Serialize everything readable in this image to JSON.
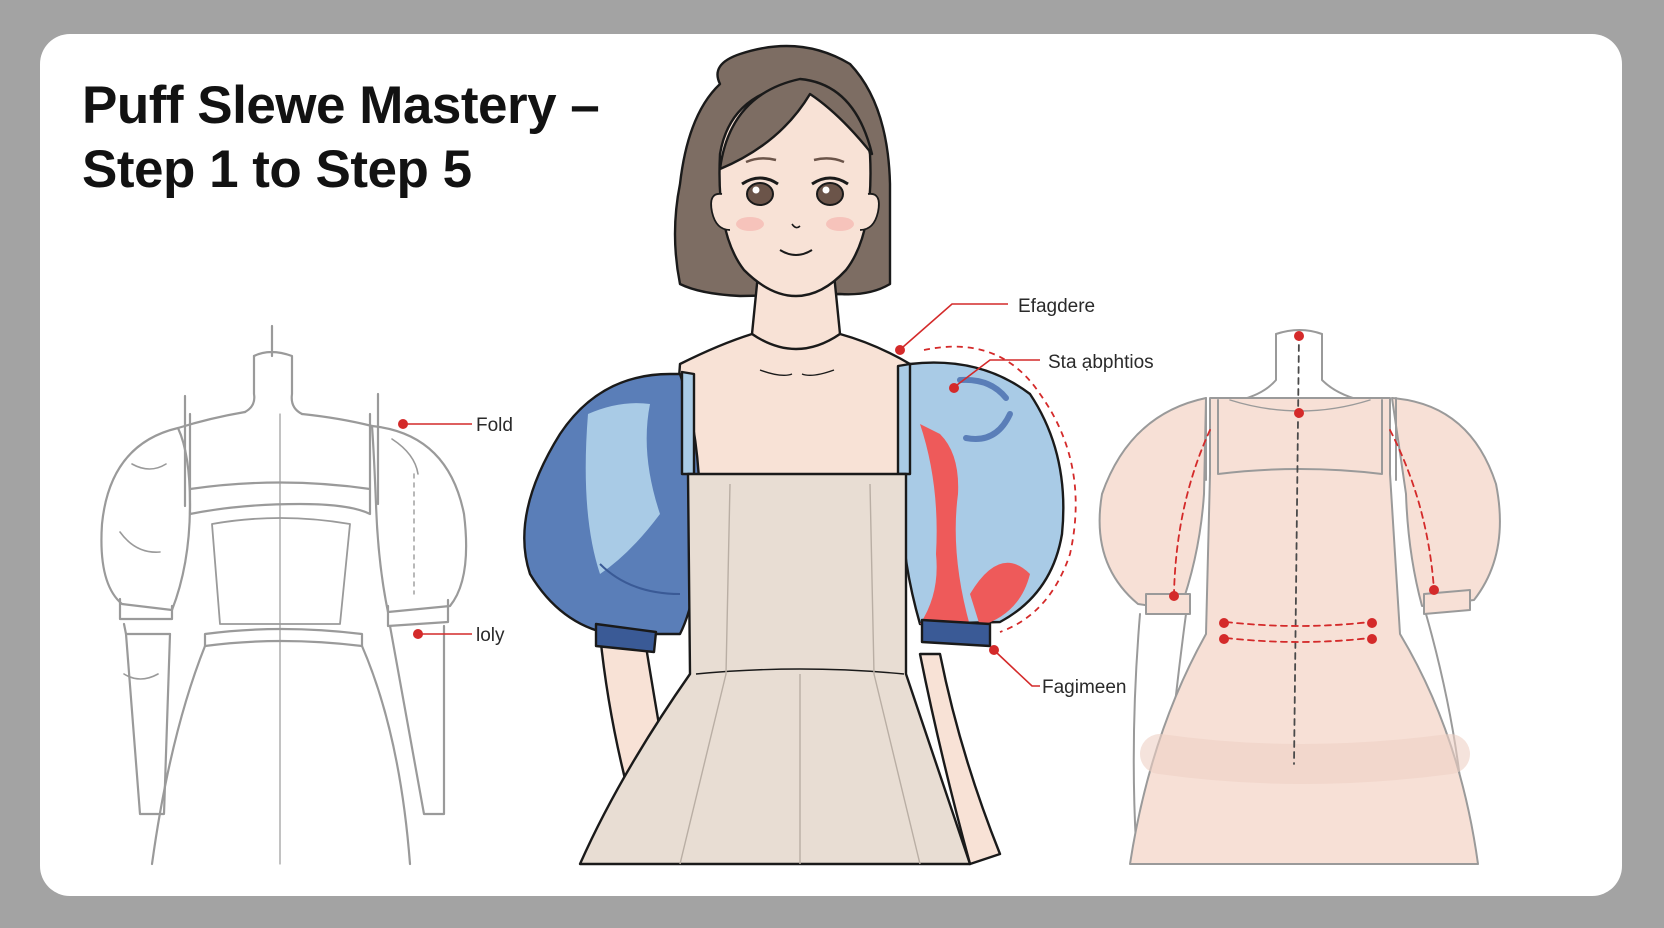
{
  "header": {
    "title_line1": "Puff Slewe Mastery –",
    "title_line2": "Step 1 to Step 5"
  },
  "labels": {
    "fold": "Fold",
    "loly": "loly",
    "efagdere": "Efagdere",
    "sta_abphtios": "Sta ạbphtios",
    "fagimeen": "Fagimeen"
  },
  "colors": {
    "frame": "#a3a3a3",
    "card": "#ffffff",
    "sleeve_blue": "#5a7eb8",
    "sleeve_light": "#a9cbe6",
    "sleeve_red": "#ee5a5a",
    "dress_beige": "#e8ddd3",
    "skin": "#f8e2d6",
    "hair": "#7d6d63",
    "annotation_red": "#d42a2a",
    "sketch_gray": "#9a9a9a",
    "pink_mannequin": "#f7e0d6"
  },
  "icons": [
    "sketch-mannequin-icon",
    "illustrated-woman-icon",
    "pattern-mannequin-icon"
  ]
}
